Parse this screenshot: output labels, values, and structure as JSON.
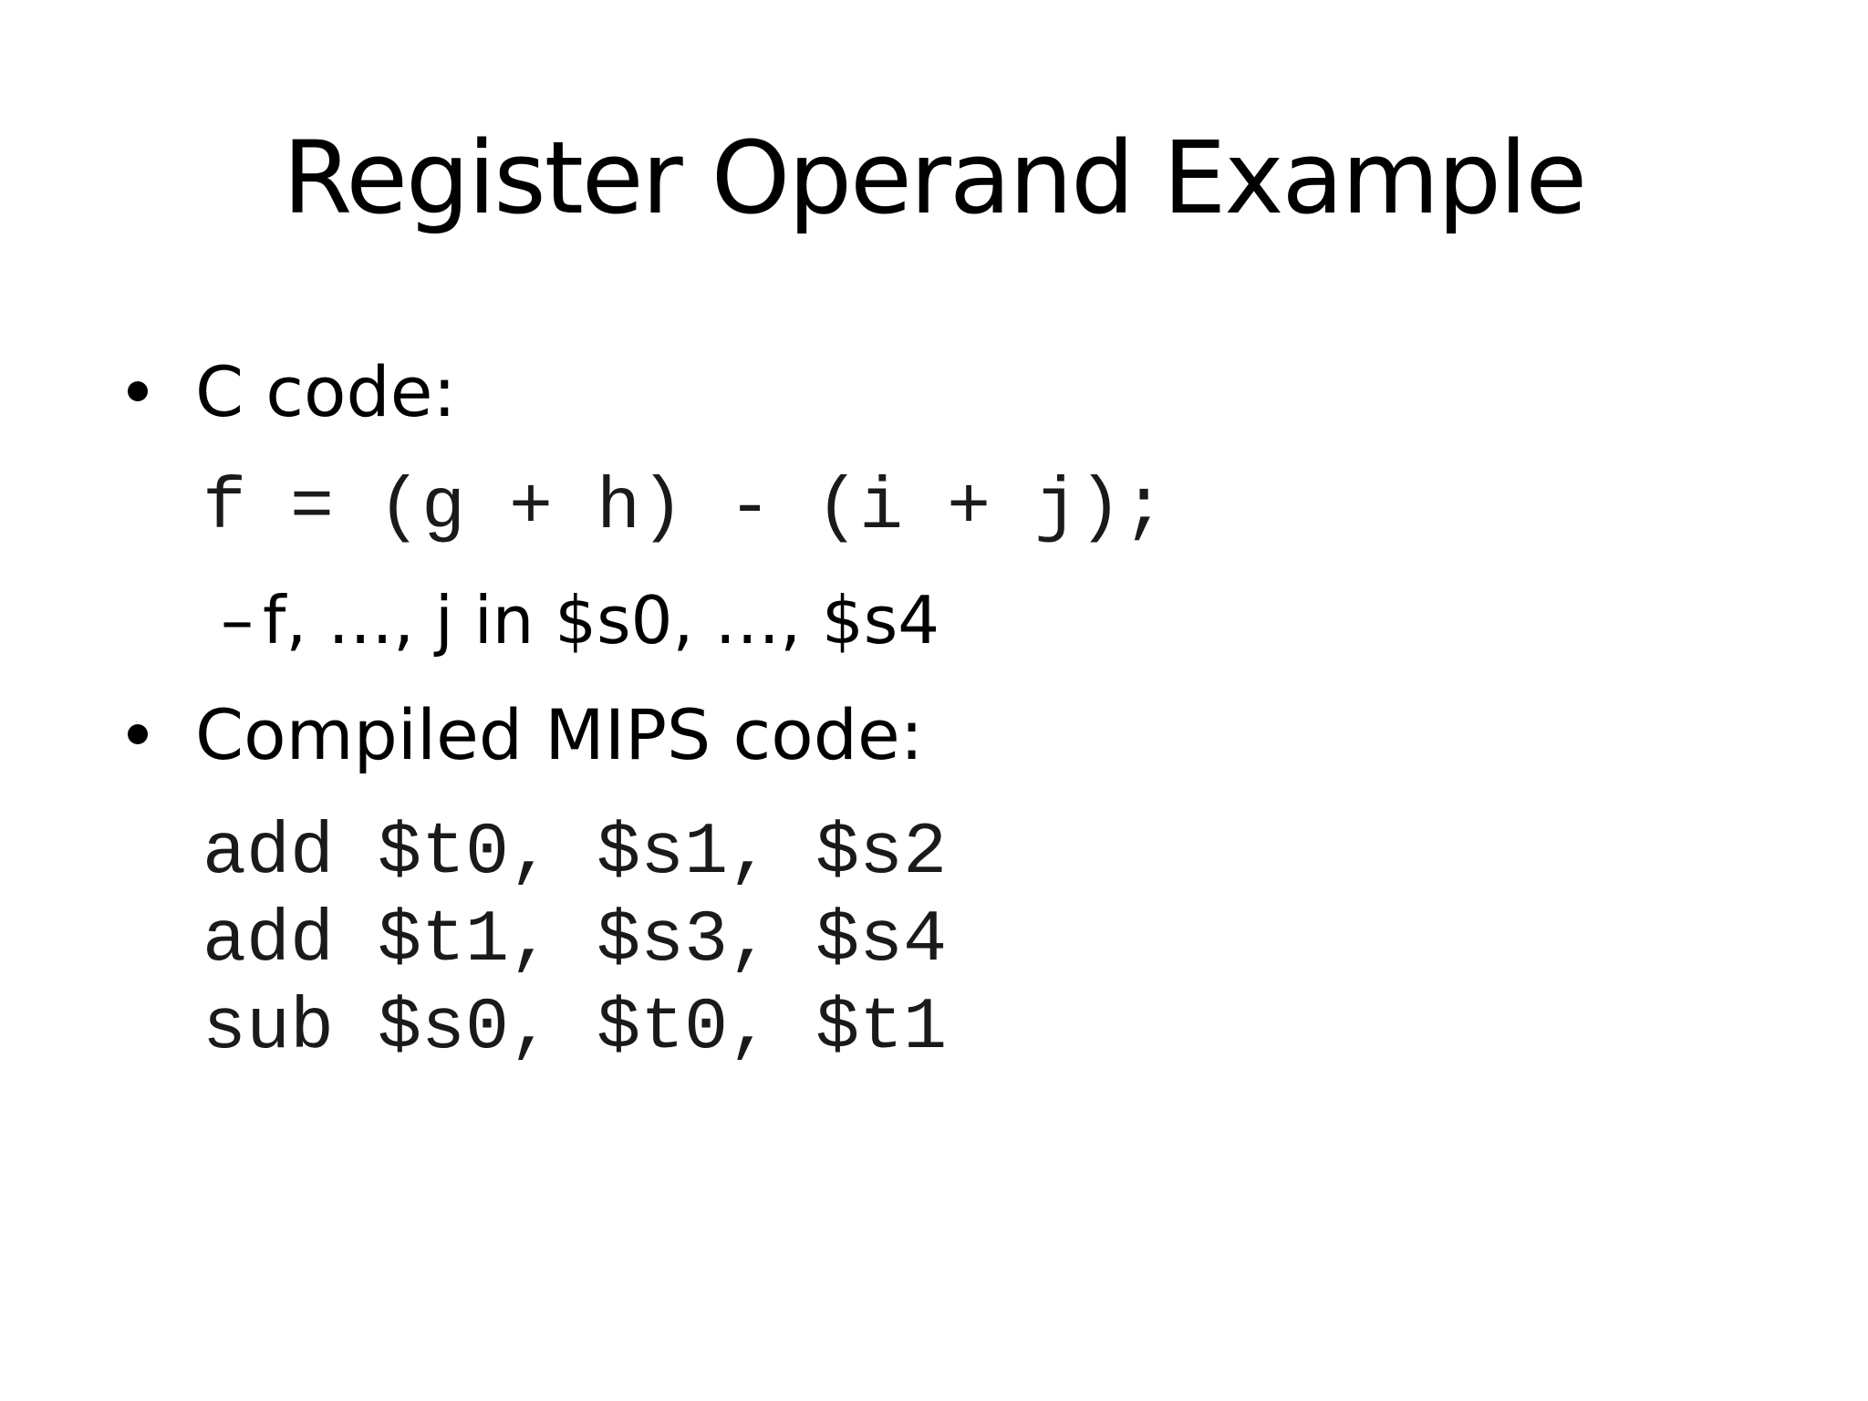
{
  "slide": {
    "title": "Register Operand Example",
    "bullets": [
      {
        "label": "C code:",
        "code": "f = (g + h) - (i + j);",
        "sub": "f, …, j in $s0, …, $s4"
      },
      {
        "label": "Compiled MIPS code:",
        "code_lines": [
          "add $t0, $s1, $s2",
          "add $t1, $s3, $s4",
          "sub $s0, $t0, $t1"
        ]
      }
    ]
  }
}
